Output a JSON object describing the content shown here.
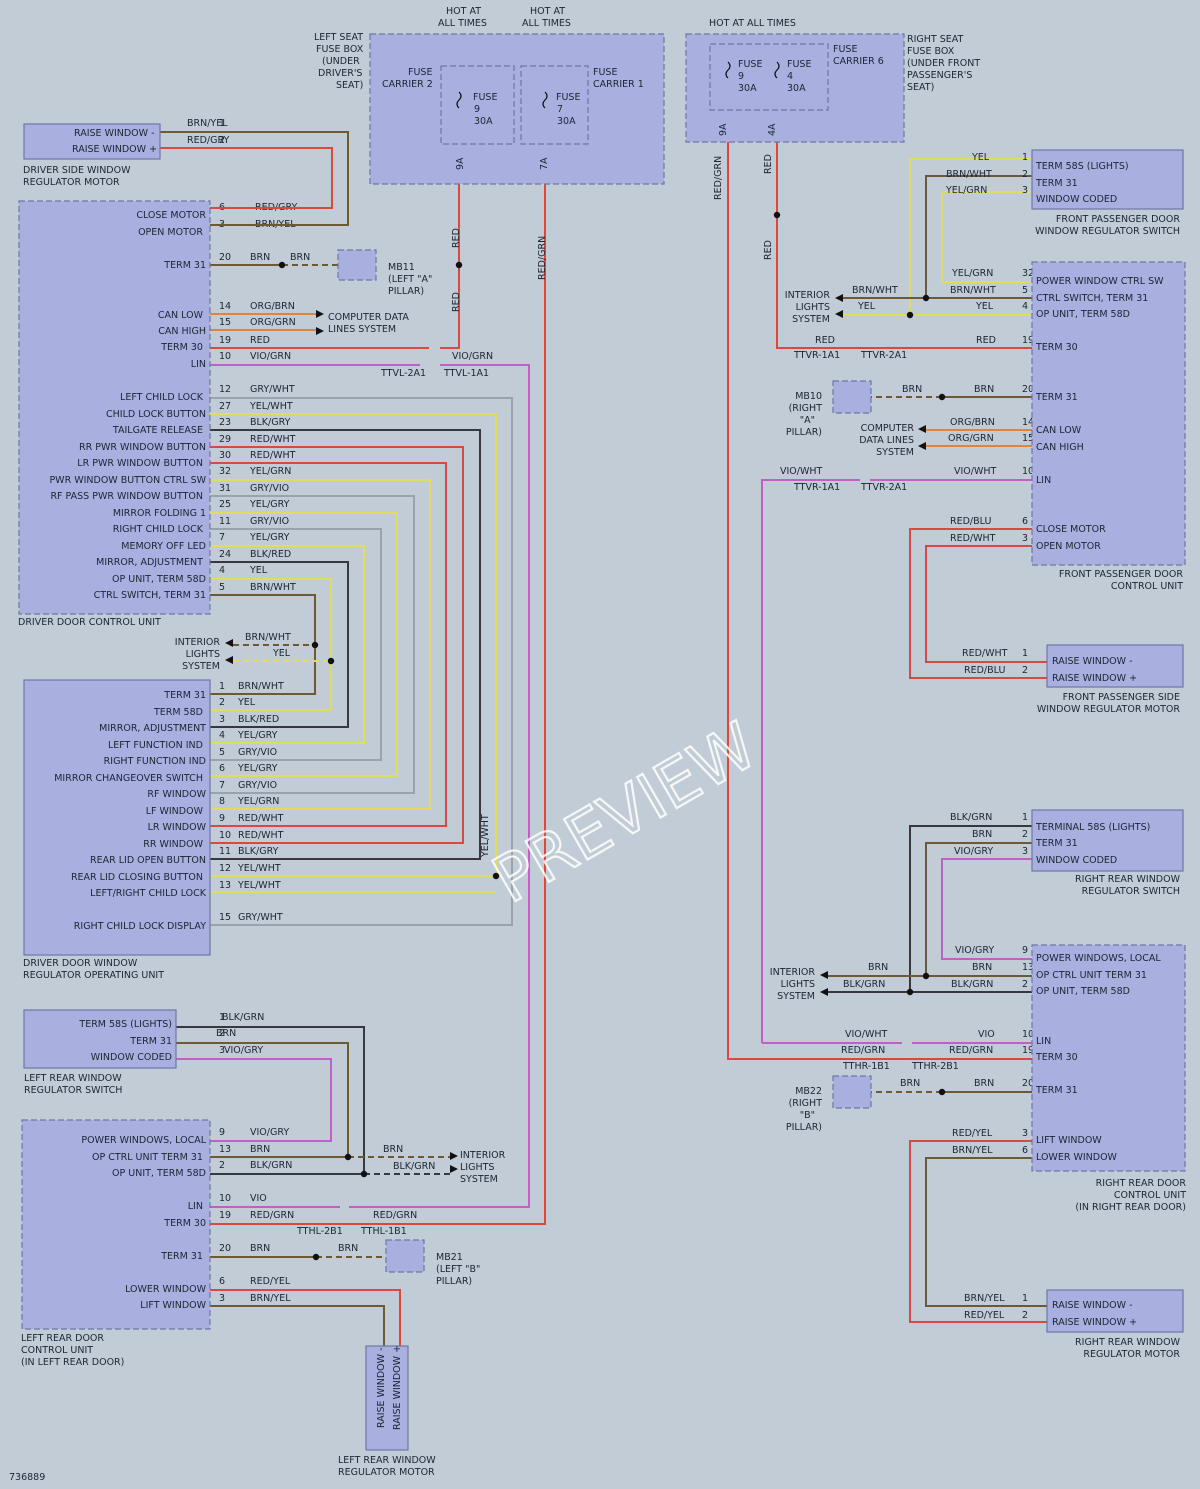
{
  "colors": {
    "RED": "#d94a3e",
    "BRN": "#6b5a33",
    "YEL": "#dede5a",
    "VIO": "#c25ec8",
    "GRY": "#9aa3ad",
    "ORG": "#e0843a",
    "GRN": "#5d9a4e",
    "BLK": "#37373d",
    "WHT": "#f4f4f0"
  },
  "hot_left_1": [
    "HOT AT",
    "ALL TIMES"
  ],
  "hot_left_2": [
    "HOT AT",
    "ALL TIMES"
  ],
  "hot_right": "HOT AT ALL TIMES",
  "left_fusebox": [
    "LEFT SEAT",
    "FUSE BOX",
    "(UNDER",
    "DRIVER'S",
    "SEAT)"
  ],
  "fc2": [
    "FUSE",
    "CARRIER 2"
  ],
  "fc1": [
    "FUSE",
    "CARRIER 1"
  ],
  "fuse9l": [
    "FUSE",
    "9",
    "30A"
  ],
  "fuse7l": [
    "FUSE",
    "7",
    "30A"
  ],
  "pin9a": "9A",
  "pin7a": "7A",
  "pin9a_r": "9A",
  "pin4a_r": "4A",
  "fc6": [
    "FUSE",
    "CARRIER 6"
  ],
  "right_fusebox": [
    "RIGHT SEAT",
    "FUSE BOX",
    "(UNDER FRONT",
    "PASSENGER'S",
    "SEAT)"
  ],
  "fuse9r": [
    "FUSE",
    "9",
    "30A"
  ],
  "fuse4r": [
    "FUSE",
    "4",
    "30A"
  ],
  "driver_motor_pins": [
    "RAISE WINDOW -",
    "RAISE WINDOW +"
  ],
  "driver_motor_label": [
    "DRIVER SIDE WINDOW",
    "REGULATOR MOTOR"
  ],
  "ddcu_pins": [
    "CLOSE MOTOR",
    "OPEN MOTOR",
    "TERM 31",
    "CAN LOW",
    "CAN HIGH",
    "TERM 30",
    "LIN",
    "LEFT CHILD LOCK",
    "CHILD LOCK BUTTON",
    "TAILGATE RELEASE",
    "RR PWR WINDOW BUTTON",
    "LR PWR WINDOW BUTTON",
    "PWR WINDOW BUTTON CTRL SW",
    "RF PASS PWR WINDOW BUTTON",
    "MIRROR FOLDING 1",
    "RIGHT CHILD LOCK",
    "MEMORY OFF LED",
    "MIRROR, ADJUSTMENT",
    "OP UNIT, TERM 58D",
    "CTRL SWITCH, TERM 31"
  ],
  "ddcu_label": "DRIVER DOOR CONTROL UNIT",
  "interior_lights": [
    "INTERIOR",
    "LIGHTS",
    "SYSTEM"
  ],
  "ddrou_pins": [
    "TERM 31",
    "TERM 58D",
    "MIRROR, ADJUSTMENT",
    "LEFT FUNCTION IND",
    "RIGHT FUNCTION IND",
    "MIRROR CHANGEOVER SWITCH",
    "RF WINDOW",
    "LF WINDOW",
    "LR WINDOW",
    "RR WINDOW",
    "REAR LID OPEN BUTTON",
    "REAR LID CLOSING BUTTON",
    "LEFT/RIGHT CHILD LOCK",
    "RIGHT CHILD LOCK DISPLAY"
  ],
  "ddrou_label": [
    "DRIVER DOOR WINDOW",
    "REGULATOR OPERATING UNIT"
  ],
  "lrs_pins": [
    "TERM 58S (LIGHTS)",
    "TERM 31",
    "WINDOW CODED"
  ],
  "lrs_label": [
    "LEFT REAR WINDOW",
    "REGULATOR SWITCH"
  ],
  "lrdcu_pins": [
    "POWER WINDOWS, LOCAL",
    "OP CTRL UNIT TERM 31",
    "OP UNIT, TERM 58D",
    "LIN",
    "TERM 30",
    "TERM 31",
    "LOWER WINDOW",
    "LIFT WINDOW"
  ],
  "lrdcu_label": [
    "LEFT REAR DOOR",
    "CONTROL UNIT",
    "(IN LEFT REAR DOOR)"
  ],
  "lrm_pins": [
    "RAISE WINDOW -",
    "RAISE WINDOW +"
  ],
  "lrm_label": [
    "LEFT REAR WINDOW",
    "REGULATOR MOTOR"
  ],
  "mb11": [
    "MB11",
    "(LEFT \"A\"",
    "PILLAR)"
  ],
  "mb21": [
    "MB21",
    "(LEFT \"B\"",
    "PILLAR)"
  ],
  "mb10": [
    "MB10",
    "(RIGHT",
    "\"A\"",
    "PILLAR)"
  ],
  "mb22": [
    "MB22",
    "(RIGHT",
    "\"B\"",
    "PILLAR)"
  ],
  "cdl": [
    "COMPUTER DATA",
    "LINES SYSTEM"
  ],
  "cdl_r": [
    "COMPUTER",
    "DATA LINES",
    "SYSTEM"
  ],
  "fpds_pins": [
    "TERM 58S (LIGHTS)",
    "TERM 31",
    "WINDOW CODED"
  ],
  "fpds_label": [
    "FRONT PASSENGER DOOR",
    "WINDOW REGULATOR SWITCH"
  ],
  "fpdcu_pins": [
    "POWER WINDOW CTRL SW",
    "CTRL SWITCH, TERM 31",
    "OP UNIT, TERM 58D",
    "TERM 30",
    "TERM 31",
    "CAN LOW",
    "CAN HIGH",
    "LIN",
    "CLOSE MOTOR",
    "OPEN MOTOR"
  ],
  "fpdcu_label": [
    "FRONT PASSENGER DOOR",
    "CONTROL UNIT"
  ],
  "fpm_pins": [
    "RAISE WINDOW -",
    "RAISE WINDOW +"
  ],
  "fpm_label": [
    "FRONT PASSENGER SIDE",
    "WINDOW REGULATOR MOTOR"
  ],
  "rrs_pins": [
    "TERMINAL 58S (LIGHTS)",
    "TERM 31",
    "WINDOW CODED"
  ],
  "rrs_label": [
    "RIGHT REAR WINDOW",
    "REGULATOR SWITCH"
  ],
  "rrdcu_pins": [
    "POWER WINDOWS, LOCAL",
    "OP CTRL UNIT TERM 31",
    "OP UNIT, TERM 58D",
    "LIN",
    "TERM 30",
    "TERM 31",
    "LIFT WINDOW",
    "LOWER WINDOW"
  ],
  "rrdcu_label": [
    "RIGHT REAR DOOR",
    "CONTROL UNIT",
    "(IN RIGHT REAR DOOR)"
  ],
  "rrm_pins": [
    "RAISE WINDOW -",
    "RAISE WINDOW +"
  ],
  "rrm_label": [
    "RIGHT REAR WINDOW",
    "REGULATOR MOTOR"
  ],
  "connectors": [
    "TTVL-2A1",
    "TTVL-1A1",
    "TTVR-1A1",
    "TTVR-2A1",
    "TTHL-2B1",
    "TTHL-1B1",
    "TTHR-1B1",
    "TTHR-2B1"
  ],
  "watermark": "PREVIEW",
  "diagram_id": "736889",
  "wires": [
    {
      "id": "w-dm1",
      "color": "BRN/YEL",
      "pin": "1"
    },
    {
      "id": "w-dm2",
      "color": "RED/GRY",
      "pin": "2"
    },
    {
      "id": "w-d6",
      "color": "RED/GRY",
      "pin": "6"
    },
    {
      "id": "w-d3",
      "color": "BRN/YEL",
      "pin": "3"
    },
    {
      "id": "w-d20",
      "color": "BRN",
      "pin": "20"
    },
    {
      "id": "w-d20b",
      "color": "BRN"
    },
    {
      "id": "w-d14",
      "color": "ORG/BRN",
      "pin": "14"
    },
    {
      "id": "w-d15",
      "color": "ORG/GRN",
      "pin": "15"
    },
    {
      "id": "w-d19",
      "color": "RED",
      "pin": "19"
    },
    {
      "id": "w-d10",
      "color": "VIO/GRN",
      "pin": "10"
    },
    {
      "id": "w-d12",
      "color": "GRY/WHT",
      "pin": "12"
    },
    {
      "id": "w-d27",
      "color": "YEL/WHT",
      "pin": "27"
    },
    {
      "id": "w-d23",
      "color": "BLK/GRY",
      "pin": "23"
    },
    {
      "id": "w-d29",
      "color": "RED/WHT",
      "pin": "29"
    },
    {
      "id": "w-d30",
      "color": "RED/WHT",
      "pin": "30"
    },
    {
      "id": "w-d32",
      "color": "YEL/GRN",
      "pin": "32"
    },
    {
      "id": "w-d31",
      "color": "GRY/VIO",
      "pin": "31"
    },
    {
      "id": "w-d25",
      "color": "YEL/GRY",
      "pin": "25"
    },
    {
      "id": "w-d11",
      "color": "GRY/VIO",
      "pin": "11"
    },
    {
      "id": "w-d7",
      "color": "YEL/GRY",
      "pin": "7"
    },
    {
      "id": "w-d24",
      "color": "BLK/RED",
      "pin": "24"
    },
    {
      "id": "w-d4",
      "color": "YEL",
      "pin": "4"
    },
    {
      "id": "w-d5",
      "color": "BRN/WHT",
      "pin": "5"
    },
    {
      "id": "w-il1",
      "color": "BRN/WHT"
    },
    {
      "id": "w-il2",
      "color": "YEL"
    },
    {
      "id": "w-u1",
      "color": "BRN/WHT",
      "pin": "1"
    },
    {
      "id": "w-u2",
      "color": "YEL",
      "pin": "2"
    },
    {
      "id": "w-u3",
      "color": "BLK/RED",
      "pin": "3"
    },
    {
      "id": "w-u4",
      "color": "YEL/GRY",
      "pin": "4"
    },
    {
      "id": "w-u5",
      "color": "GRY/VIO",
      "pin": "5"
    },
    {
      "id": "w-u6",
      "color": "YEL/GRY",
      "pin": "6"
    },
    {
      "id": "w-u7",
      "color": "GRY/VIO",
      "pin": "7"
    },
    {
      "id": "w-u8",
      "color": "YEL/GRN",
      "pin": "8"
    },
    {
      "id": "w-u9",
      "color": "RED/WHT",
      "pin": "9"
    },
    {
      "id": "w-u10",
      "color": "RED/WHT",
      "pin": "10"
    },
    {
      "id": "w-u11",
      "color": "BLK/GRY",
      "pin": "11"
    },
    {
      "id": "w-u12",
      "color": "YEL/WHT",
      "pin": "12"
    },
    {
      "id": "w-u13",
      "color": "YEL/WHT",
      "pin": "13"
    },
    {
      "id": "w-u15",
      "color": "GRY/WHT",
      "pin": "15"
    },
    {
      "id": "w-yw",
      "color": "YEL/WHT"
    },
    {
      "id": "w-f9",
      "color": "RED"
    },
    {
      "id": "w-f9b",
      "color": "RED"
    },
    {
      "id": "w-f7",
      "color": "RED/GRN"
    },
    {
      "id": "w-l1",
      "color": "BLK/GRN",
      "pin": "1"
    },
    {
      "id": "w-l2",
      "color": "BRN",
      "pin": "2"
    },
    {
      "id": "w-l3",
      "color": "VIO/GRY",
      "pin": "3"
    },
    {
      "id": "w-r9",
      "color": "VIO/GRY",
      "pin": "9"
    },
    {
      "id": "w-r13",
      "color": "BRN",
      "pin": "13"
    },
    {
      "id": "w-r2",
      "color": "BLK/GRN",
      "pin": "2"
    },
    {
      "id": "w-ril1",
      "color": "BRN"
    },
    {
      "id": "w-ril2",
      "color": "BLK/GRN"
    },
    {
      "id": "w-r10",
      "color": "VIO",
      "pin": "10"
    },
    {
      "id": "w-r10b",
      "color": "VIO/GRN"
    },
    {
      "id": "w-r19",
      "color": "RED/GRN",
      "pin": "19"
    },
    {
      "id": "w-r19b",
      "color": "RED/GRN"
    },
    {
      "id": "w-r20",
      "color": "BRN",
      "pin": "20"
    },
    {
      "id": "w-r20b",
      "color": "BRN"
    },
    {
      "id": "w-r6",
      "color": "RED/YEL",
      "pin": "6"
    },
    {
      "id": "w-r3",
      "color": "BRN/YEL",
      "pin": "3"
    },
    {
      "id": "w-pr9",
      "color": "RED/GRN"
    },
    {
      "id": "w-pr4",
      "color": "RED"
    },
    {
      "id": "w-pr4b",
      "color": "RED"
    },
    {
      "id": "w-ps1",
      "color": "YEL",
      "pin": "1"
    },
    {
      "id": "w-ps2",
      "color": "BRN/WHT",
      "pin": "2"
    },
    {
      "id": "w-ps3",
      "color": "YEL/GRN",
      "pin": "3"
    },
    {
      "id": "w-p32",
      "color": "YEL/GRN",
      "pin": "32"
    },
    {
      "id": "w-p5",
      "color": "BRN/WHT",
      "pin": "5"
    },
    {
      "id": "w-p4",
      "color": "YEL",
      "pin": "4"
    },
    {
      "id": "w-pil1",
      "color": "BRN/WHT"
    },
    {
      "id": "w-pil2",
      "color": "YEL"
    },
    {
      "id": "w-p19",
      "color": "RED",
      "pin": "19"
    },
    {
      "id": "w-p19b",
      "color": "RED"
    },
    {
      "id": "w-p20",
      "color": "BRN",
      "pin": "20"
    },
    {
      "id": "w-p20b",
      "color": "BRN"
    },
    {
      "id": "w-p14",
      "color": "ORG/BRN",
      "pin": "14"
    },
    {
      "id": "w-p15",
      "color": "ORG/GRN",
      "pin": "15"
    },
    {
      "id": "w-p10",
      "color": "VIO/WHT",
      "pin": "10"
    },
    {
      "id": "w-p10b",
      "color": "VIO/WHT"
    },
    {
      "id": "w-p6",
      "color": "RED/BLU",
      "pin": "6"
    },
    {
      "id": "w-p3",
      "color": "RED/WHT",
      "pin": "3"
    },
    {
      "id": "w-pm1",
      "color": "RED/WHT",
      "pin": "1"
    },
    {
      "id": "w-pm2",
      "color": "RED/BLU",
      "pin": "2"
    },
    {
      "id": "w-rs1",
      "color": "BLK/GRN",
      "pin": "1"
    },
    {
      "id": "w-rs2",
      "color": "BRN",
      "pin": "2"
    },
    {
      "id": "w-rs3",
      "color": "VIO/GRY",
      "pin": "3"
    },
    {
      "id": "w-rr9",
      "color": "VIO/GRY",
      "pin": "9"
    },
    {
      "id": "w-rr13",
      "color": "BRN",
      "pin": "13"
    },
    {
      "id": "w-rr2",
      "color": "BLK/GRN",
      "pin": "2"
    },
    {
      "id": "w-rril1",
      "color": "BRN"
    },
    {
      "id": "w-rril2",
      "color": "BLK/GRN"
    },
    {
      "id": "w-rr10",
      "color": "VIO",
      "pin": "10"
    },
    {
      "id": "w-rr10b",
      "color": "VIO/WHT"
    },
    {
      "id": "w-rr19",
      "color": "RED/GRN",
      "pin": "19"
    },
    {
      "id": "w-rr19b",
      "color": "RED/GRN"
    },
    {
      "id": "w-rr20",
      "color": "BRN",
      "pin": "20"
    },
    {
      "id": "w-rr20b",
      "color": "BRN"
    },
    {
      "id": "w-rr3",
      "color": "RED/YEL",
      "pin": "3"
    },
    {
      "id": "w-rr6",
      "color": "BRN/YEL",
      "pin": "6"
    },
    {
      "id": "w-rm1",
      "color": "BRN/YEL",
      "pin": "1"
    },
    {
      "id": "w-rm2",
      "color": "RED/YEL",
      "pin": "2"
    }
  ]
}
